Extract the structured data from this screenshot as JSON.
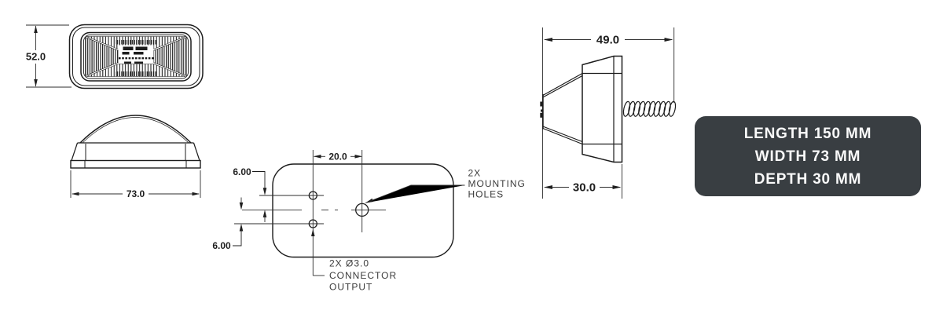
{
  "colors": {
    "line": "#1c1c1c",
    "dim_text": "#1f1f1f",
    "label_text": "#3b3b3b",
    "card_bg": "#393e42",
    "card_text": "#fafafa",
    "background": "#ffffff"
  },
  "dimensions": {
    "front_height": "52.0",
    "profile_width": "73.0",
    "hole_spacing": "20.0",
    "hole_offset_top": "6.00",
    "hole_offset_bottom": "6.00",
    "side_length": "49.0",
    "side_depth": "30.0"
  },
  "labels": {
    "mounting_holes": {
      "line1": "2X",
      "line2": "MOUNTING",
      "line3": "HOLES"
    },
    "connector_output": {
      "line1": "2X Ø3.0",
      "line2": "CONNECTOR",
      "line3": "OUTPUT"
    }
  },
  "spec_card": {
    "lines": [
      "LENGTH 150 MM",
      "WIDTH 73 MM",
      "DEPTH 30 MM"
    ]
  }
}
